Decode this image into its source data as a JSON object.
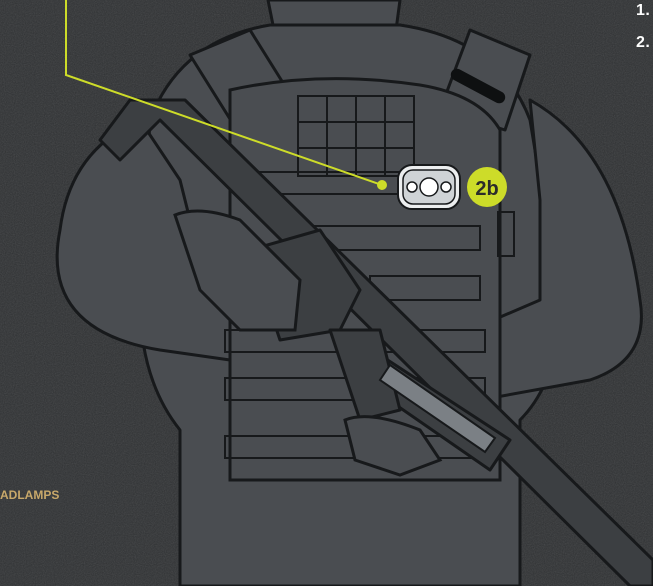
{
  "callout": {
    "label": "2b"
  },
  "list_markers": [
    "1.",
    "2."
  ],
  "section_label": "ADLAMPS",
  "colors": {
    "background": "#2f3133",
    "silhouette": "#4a4d51",
    "outline": "#17191b",
    "accent": "#cddc29",
    "label_text": "#c8a86a"
  },
  "icons": [
    "headlamp-icon"
  ]
}
